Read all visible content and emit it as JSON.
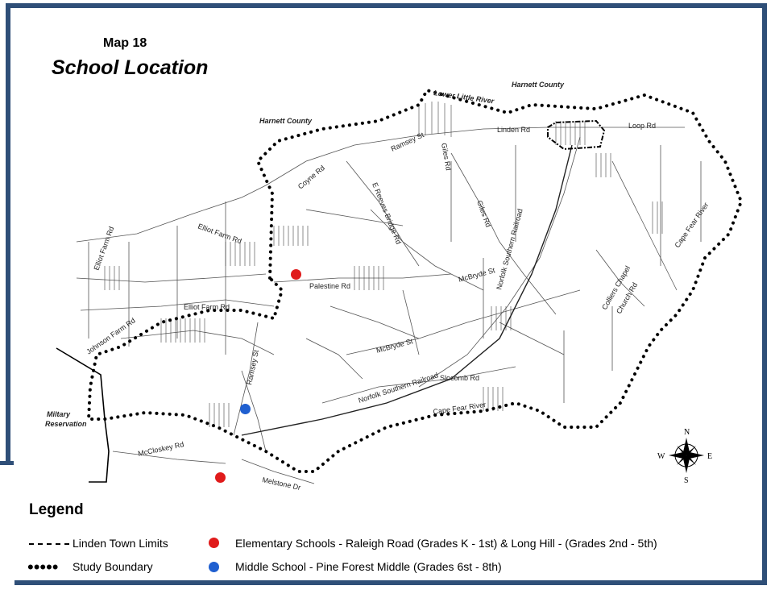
{
  "map": {
    "number": "Map 18",
    "title": "School Location"
  },
  "place_labels": {
    "harnett_north": "Harnett County",
    "harnett_west": "Harnett County",
    "lower_little_river": "Lower Little River",
    "military_1": "Miltary",
    "military_2": "Reservation"
  },
  "road_labels": {
    "linden_rd": "Linden Rd",
    "loop_rd": "Loop Rd",
    "ramsey_st": "Ramsey St",
    "giles_rd_1": "Giles Rd",
    "giles_rd_2": "Giles Rd",
    "coyne_rd": "Coyne Rd",
    "e_reeves_bridge_rd": "E Reeves Bridge Rd",
    "elliot_farm_rd_1": "Elliot Farm Rd",
    "elliot_farm_rd_2": "Elliot Farm Rd",
    "elliot_farm_rd_3": "Elliot Farm Rd",
    "johnson_farm_rd": "Johnson Farm Rd",
    "palestine_rd": "Palestine Rd",
    "mcbryde_st_1": "McBryde St",
    "mcbryde_st_2": "McBryde St",
    "norfolk_southern_railroad_1": "Norfolk Southern Railroad",
    "norfolk_southern_railroad_2": "Norfolk Southern Railroad",
    "slocomb_rd": "Slocomb Rd",
    "cape_fear_river_1": "Cape Fear River",
    "cape_fear_river_2": "Cape Fear River",
    "colliers_chapel_1": "Colliers Chapel",
    "colliers_chapel_2": "Church Rd",
    "mccloskey_rd": "McCloskey Rd",
    "melstone_dr": "Melstone Dr",
    "ramsey_st_2": "Ramsey St"
  },
  "compass": {
    "n": "N",
    "s": "S",
    "e": "E",
    "w": "W"
  },
  "legend": {
    "title": "Legend",
    "town_limits": "Linden Town Limits",
    "study_boundary": "Study Boundary",
    "elementary": "Elementary Schools - Raleigh Road (Grades K - 1st) & Long Hill - (Grades 2nd - 5th)",
    "middle": "Middle School - Pine Forest Middle (Grades 6st - 8th)"
  },
  "colors": {
    "frame": "#2f4f78",
    "elementary_school": "#e01b1b",
    "middle_school": "#1f5fd0"
  }
}
